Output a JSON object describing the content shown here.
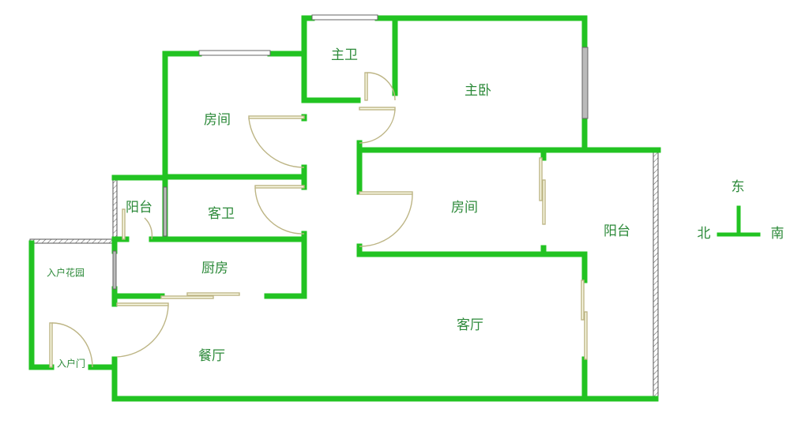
{
  "rooms": {
    "master_bath": "主卫",
    "master_bedroom": "主卧",
    "bedroom_north": "房间",
    "guest_bath": "客卫",
    "balcony_small": "阳台",
    "bedroom_middle": "房间",
    "balcony_south": "阳台",
    "kitchen": "厨房",
    "entry_garden": "入户花园",
    "living_room": "客厅",
    "dining_room": "餐厅",
    "entry_door": "入户门"
  },
  "compass": {
    "east": "东",
    "north": "北",
    "south": "南"
  },
  "colors": {
    "wall": "#22c322",
    "label": "#2d8a3a",
    "door": "#bdb585"
  }
}
